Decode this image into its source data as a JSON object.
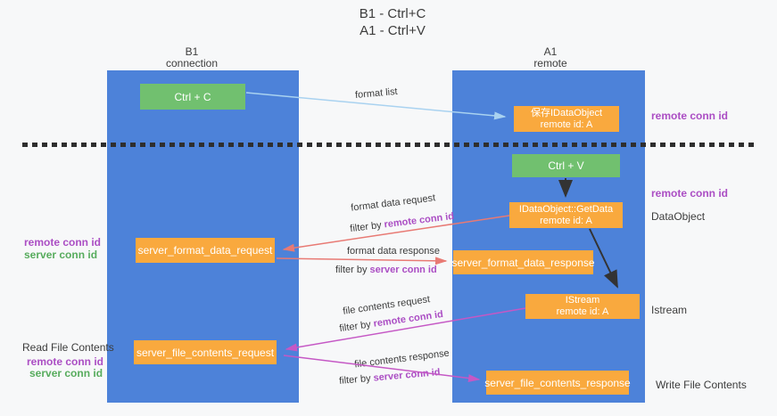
{
  "title": {
    "line1": "B1 - Ctrl+C",
    "line2": "A1 - Ctrl+V"
  },
  "columns": {
    "b1": {
      "name": "B1",
      "subtitle": "connection"
    },
    "a1": {
      "name": "A1",
      "subtitle": "remote"
    }
  },
  "nodes": {
    "ctrl_c": "Ctrl + C",
    "ctrl_v": "Ctrl + V",
    "save_dataobject": {
      "line1": "保存IDataObject",
      "line2": "remote id: A"
    },
    "getdata": {
      "line1": "IDataObject::GetData",
      "line2": "remote id: A"
    },
    "istream": {
      "line1": "IStream",
      "line2": "remote id: A"
    },
    "format_request": "server_format_data_request",
    "format_response": "server_format_data_response",
    "file_request": "server_file_contents_request",
    "file_response": "server_file_contents_response"
  },
  "side_labels": {
    "remote_conn_id_top": "remote conn id",
    "remote_conn_id_mid": "remote conn id",
    "dataobject": "DataObject",
    "istream": "Istream",
    "write_file_contents": "Write File Contents",
    "left_remote_conn_id_1": "remote conn id",
    "left_server_conn_id_1": "server conn id",
    "read_file_contents": "Read File Contents",
    "left_remote_conn_id_2": "remote conn id",
    "left_server_conn_id_2": "server conn id"
  },
  "flow_labels": {
    "format_list": "format list",
    "format_data_request": "format data request",
    "filter_by_1_prefix": "filter by ",
    "filter_by_1_value": "remote conn id",
    "format_data_response": "format data response",
    "filter_by_2_prefix": "filter by ",
    "filter_by_2_value": "server conn id",
    "file_contents_request": "file contents request",
    "filter_by_3_prefix": "filter by ",
    "filter_by_3_value": "remote conn id",
    "file_contents_response": "file contents response",
    "filter_by_4_prefix": "filter by ",
    "filter_by_4_value": "server conn id"
  },
  "colors": {
    "background": "#f7f8f9",
    "column_blue": "#4d82d9",
    "node_orange": "#f9a93e",
    "node_green": "#71c06f",
    "arrow_salmon": "#e87a74",
    "arrow_magenta": "#c558c5",
    "arrow_blue": "#a9d2f0",
    "arrow_black": "#333333",
    "label_purple": "#ab4ec4",
    "label_green": "#57ac5d",
    "text_dark": "#3c3c3c"
  }
}
